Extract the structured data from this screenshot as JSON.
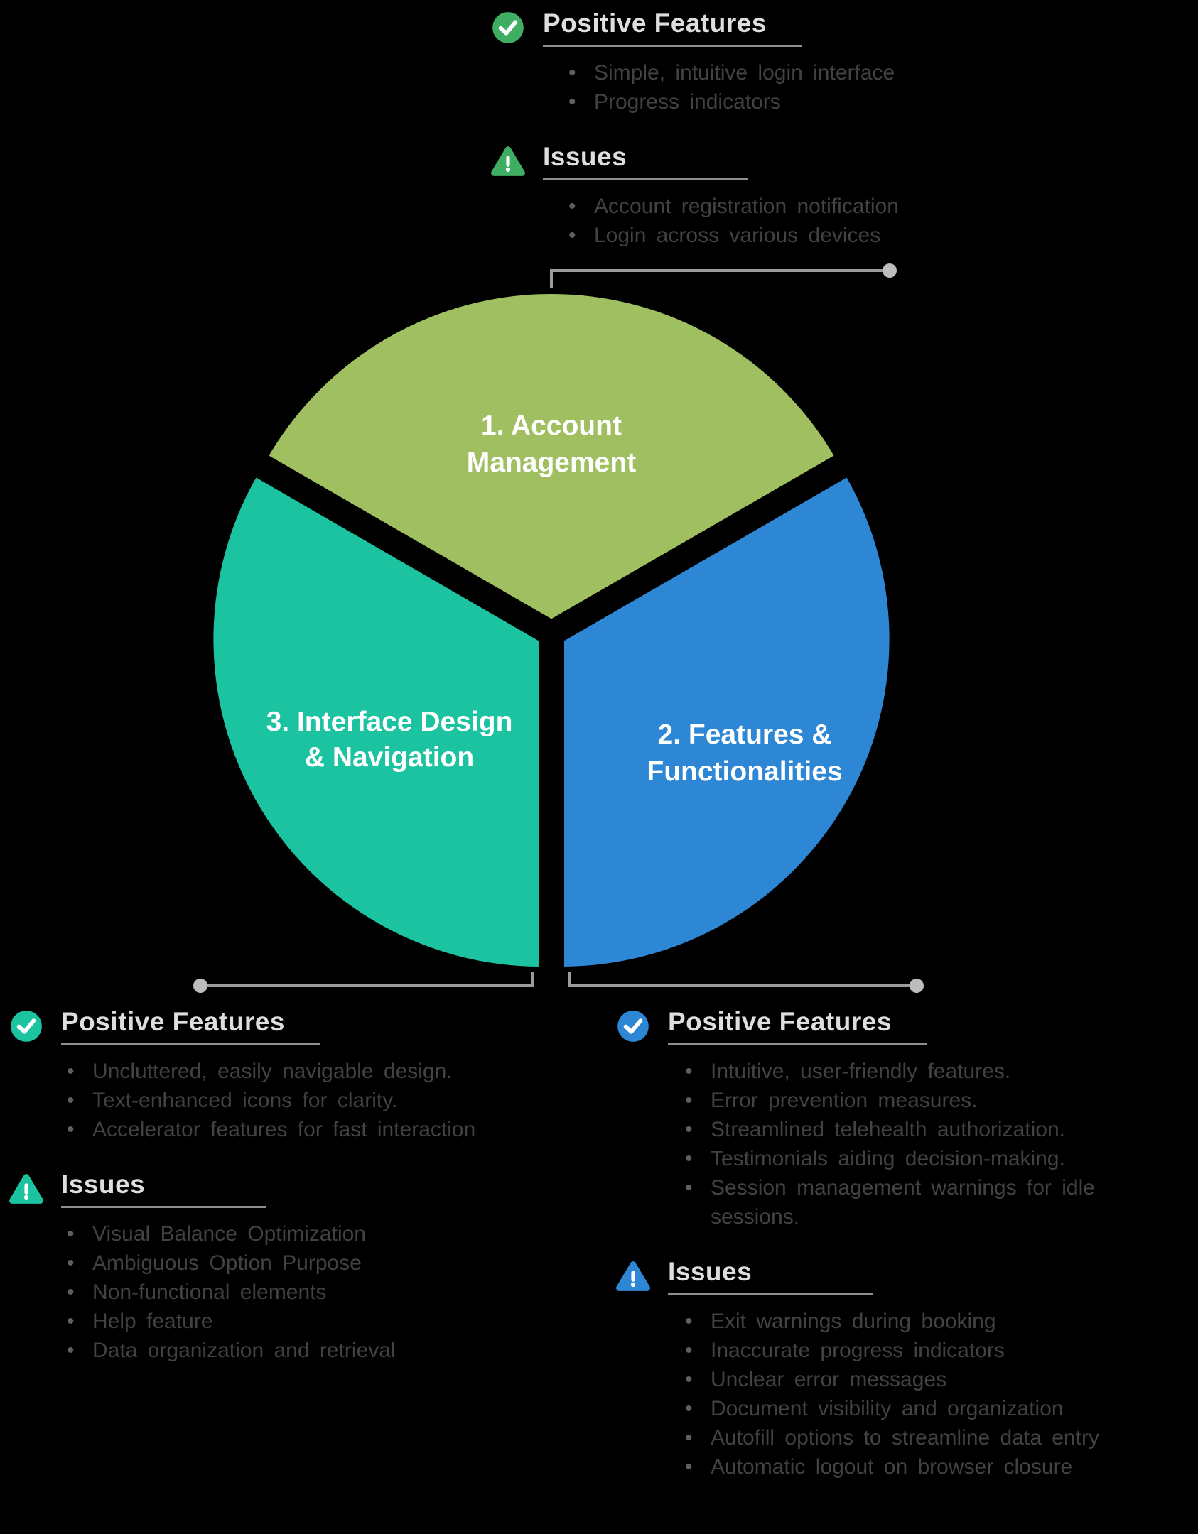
{
  "pie": {
    "slices": [
      {
        "line1": "1. Account",
        "line2": "Management",
        "color": "#9fbf60"
      },
      {
        "line1": "2. Features &",
        "line2": "Functionalities",
        "color": "#2e87d4"
      },
      {
        "line1": "3. Interface Design",
        "line2": "& Navigation",
        "color": "#1cc3a0"
      }
    ]
  },
  "chart_data": {
    "type": "pie",
    "title": "",
    "categories": [
      "1. Account Management",
      "2. Features & Functionalities",
      "3. Interface Design & Navigation"
    ],
    "values": [
      33.3,
      33.3,
      33.3
    ],
    "colors": [
      "#9fbf60",
      "#2e87d4",
      "#1cc3a0"
    ],
    "legend_position": "none"
  },
  "callouts": {
    "account": {
      "accent": "#3fae63",
      "positive_title": "Positive Features",
      "positive_items": [
        "Simple, intuitive login interface",
        "Progress indicators"
      ],
      "issues_title": "Issues",
      "issues_items": [
        "Account registration notification",
        "Login across various devices"
      ]
    },
    "features": {
      "accent": "#2e87d4",
      "positive_title": "Positive Features",
      "positive_items": [
        "Intuitive, user-friendly features.",
        "Error prevention measures.",
        "Streamlined telehealth authorization.",
        "Testimonials aiding decision-making.",
        "Session management warnings for idle sessions."
      ],
      "issues_title": "Issues",
      "issues_items": [
        "Exit warnings during booking",
        "Inaccurate progress indicators",
        "Unclear error messages",
        "Document visibility and organization",
        "Autofill options to streamline data entry",
        "Automatic logout on browser closure"
      ]
    },
    "interface": {
      "accent": "#1cc3a0",
      "positive_title": "Positive Features",
      "positive_items": [
        "Uncluttered, easily navigable design.",
        "Text-enhanced icons for clarity.",
        "Accelerator features for fast interaction"
      ],
      "issues_title": "Issues",
      "issues_items": [
        "Visual Balance Optimization",
        "Ambiguous Option Purpose",
        "Non-functional elements",
        "Help feature",
        "Data organization and retrieval"
      ]
    }
  }
}
